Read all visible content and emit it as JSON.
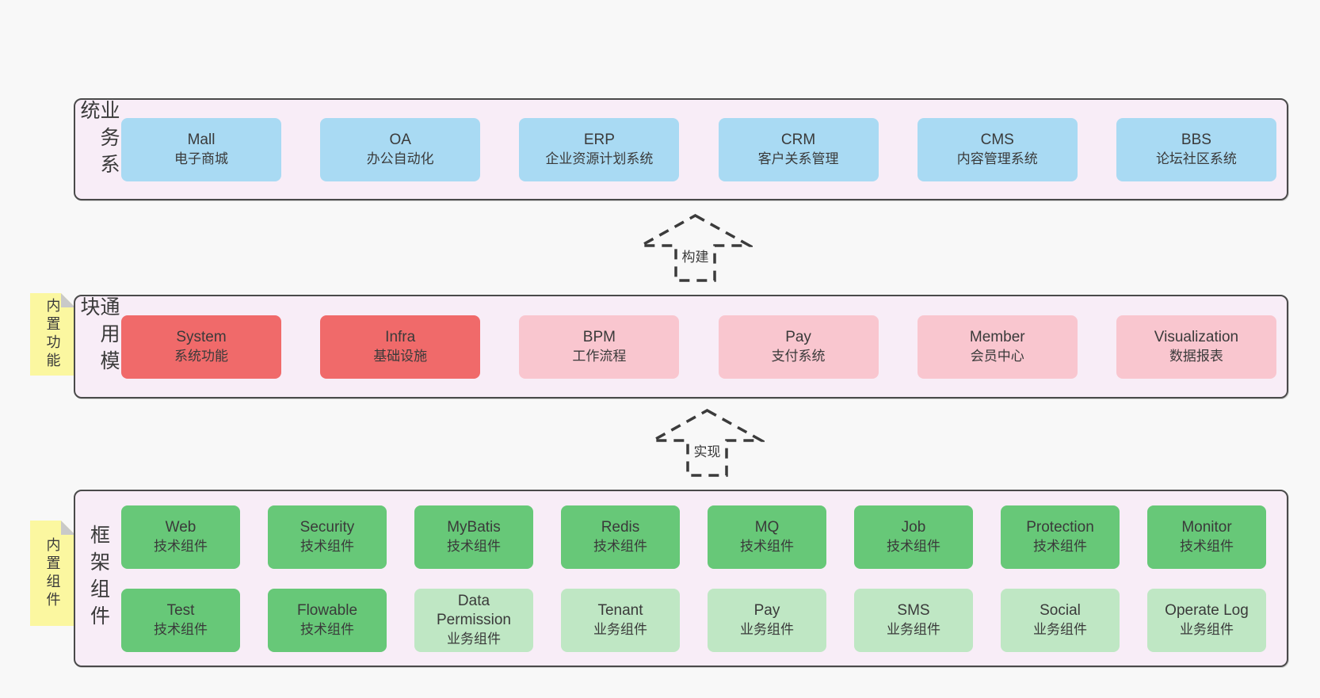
{
  "colors": {
    "page_background": "#f8f8f8",
    "band_background": "#f8edf7",
    "band_border": "#4a4a4a",
    "blue_box": "#a9daf3",
    "red_box": "#f06a6a",
    "pink_box": "#f9c6cf",
    "green_box": "#67c878",
    "light_green_box": "#bfe7c4",
    "note_yellow": "#fbf7a0",
    "note_fold_gray": "#c9c9c9",
    "text": "#3a3a3a"
  },
  "arrows": [
    {
      "label": "构建"
    },
    {
      "label": "实现"
    }
  ],
  "bands": [
    {
      "label": "业务系统",
      "boxes": [
        {
          "title": "Mall",
          "subtitle": "电子商城",
          "variant": "blue"
        },
        {
          "title": "OA",
          "subtitle": "办公自动化",
          "variant": "blue"
        },
        {
          "title": "ERP",
          "subtitle": "企业资源计划系统",
          "variant": "blue"
        },
        {
          "title": "CRM",
          "subtitle": "客户关系管理",
          "variant": "blue"
        },
        {
          "title": "CMS",
          "subtitle": "内容管理系统",
          "variant": "blue"
        },
        {
          "title": "BBS",
          "subtitle": "论坛社区系统",
          "variant": "blue"
        }
      ]
    },
    {
      "label": "通用模块",
      "note": "内置功能",
      "boxes": [
        {
          "title": "System",
          "subtitle": "系统功能",
          "variant": "red"
        },
        {
          "title": "Infra",
          "subtitle": "基础设施",
          "variant": "red"
        },
        {
          "title": "BPM",
          "subtitle": "工作流程",
          "variant": "pink"
        },
        {
          "title": "Pay",
          "subtitle": "支付系统",
          "variant": "pink"
        },
        {
          "title": "Member",
          "subtitle": "会员中心",
          "variant": "pink"
        },
        {
          "title": "Visualization",
          "subtitle": "数据报表",
          "variant": "pink"
        }
      ]
    },
    {
      "label": "框架组件",
      "note": "内置组件",
      "rows": [
        [
          {
            "title": "Web",
            "subtitle": "技术组件",
            "variant": "green"
          },
          {
            "title": "Security",
            "subtitle": "技术组件",
            "variant": "green"
          },
          {
            "title": "MyBatis",
            "subtitle": "技术组件",
            "variant": "green"
          },
          {
            "title": "Redis",
            "subtitle": "技术组件",
            "variant": "green"
          },
          {
            "title": "MQ",
            "subtitle": "技术组件",
            "variant": "green"
          },
          {
            "title": "Job",
            "subtitle": "技术组件",
            "variant": "green"
          },
          {
            "title": "Protection",
            "subtitle": "技术组件",
            "variant": "green"
          },
          {
            "title": "Monitor",
            "subtitle": "技术组件",
            "variant": "green"
          }
        ],
        [
          {
            "title": "Test",
            "subtitle": "技术组件",
            "variant": "green"
          },
          {
            "title": "Flowable",
            "subtitle": "技术组件",
            "variant": "green"
          },
          {
            "title": "Data Permission",
            "subtitle": "业务组件",
            "variant": "green-light"
          },
          {
            "title": "Tenant",
            "subtitle": "业务组件",
            "variant": "green-light"
          },
          {
            "title": "Pay",
            "subtitle": "业务组件",
            "variant": "green-light"
          },
          {
            "title": "SMS",
            "subtitle": "业务组件",
            "variant": "green-light"
          },
          {
            "title": "Social",
            "subtitle": "业务组件",
            "variant": "green-light"
          },
          {
            "title": "Operate Log",
            "subtitle": "业务组件",
            "variant": "green-light"
          }
        ]
      ]
    }
  ]
}
